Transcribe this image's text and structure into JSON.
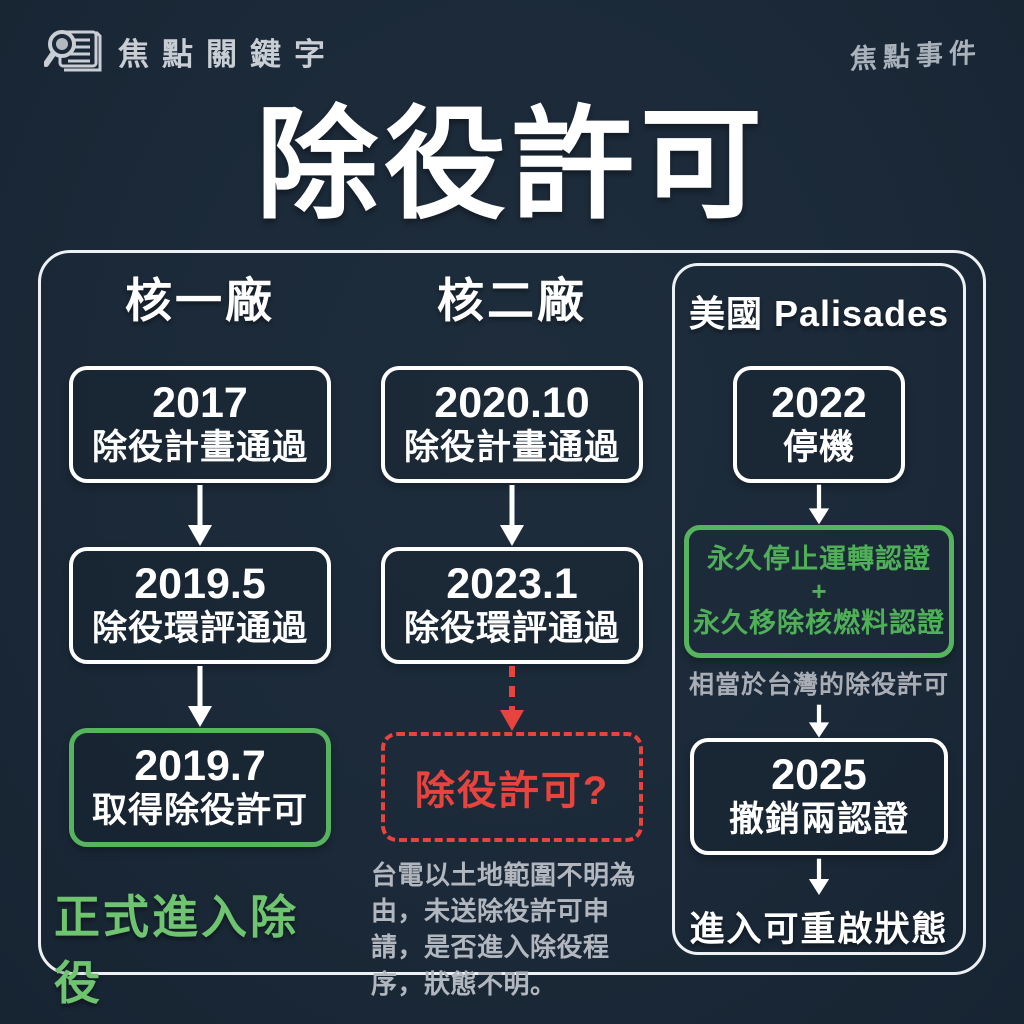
{
  "meta": {
    "brand_label": "焦點關鍵字",
    "brand_logo": "焦點事件",
    "title": "除役許可"
  },
  "colors": {
    "background": "#1b2938",
    "box_border_white": "#ffffff",
    "green": "#57b45e",
    "green_text": "#6ec46f",
    "red": "#e9433e",
    "note_gray": "#b2b7bf"
  },
  "columns": [
    {
      "header": "核一廠",
      "steps": [
        {
          "line1": "2017",
          "line2": "除役計畫通過"
        },
        {
          "line1": "2019.5",
          "line2": "除役環評通過"
        },
        {
          "line1": "2019.7",
          "line2": "取得除役許可"
        }
      ],
      "result": "正式進入除役"
    },
    {
      "header": "核二廠",
      "steps": [
        {
          "line1": "2020.10",
          "line2": "除役計畫通過"
        },
        {
          "line1": "2023.1",
          "line2": "除役環評通過"
        }
      ],
      "question": "除役許可?",
      "note": "台電以土地範圍不明為由，未送除役許可申請，是否進入除役程序，狀態不明。"
    },
    {
      "header": "美國 Palisades",
      "steps": [
        {
          "line1": "2022",
          "line2": "停機"
        }
      ],
      "cert_box": {
        "line1": "永久停止運轉認證",
        "plus": "+",
        "line2": "永久移除核燃料認證"
      },
      "caption": "相當於台灣的除役許可",
      "revoke": {
        "line1": "2025",
        "line2": "撤銷兩認證"
      },
      "result": "進入可重啟狀態"
    }
  ]
}
